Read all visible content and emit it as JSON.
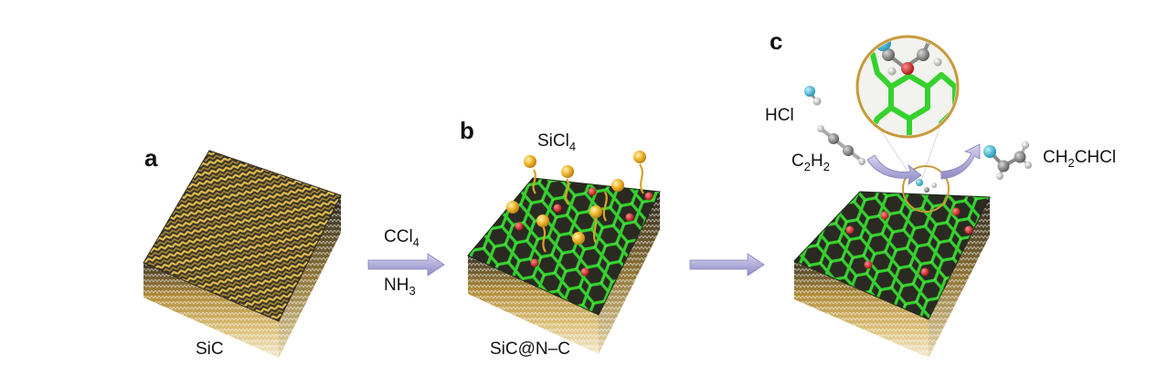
{
  "panels": {
    "a": {
      "letter": "a",
      "label": "SiC"
    },
    "b": {
      "letter": "b",
      "label": "SiC@N–C",
      "product_main": "SiCl",
      "product_sub": "4"
    },
    "c": {
      "letter": "c",
      "product_text": "CH",
      "product_sub": "2",
      "product_tail": "CHCl"
    }
  },
  "arrow_ab": {
    "reagent1_main": "CCl",
    "reagent1_sub": "4",
    "reagent2_main": "NH",
    "reagent2_sub": "3"
  },
  "reactants": {
    "hcl": "HCl",
    "c2h2_a": "C",
    "c2h2_sub1": "2",
    "c2h2_b": "H",
    "c2h2_sub2": "2"
  },
  "colors": {
    "sic_gold": "#c9a23a",
    "sic_dark": "#2e2a22",
    "carbon_green": "#2fc62a",
    "nitrogen_red": "#d81e1e",
    "silicon_ball": "#f2b830",
    "chlorine_cyan": "#2ab8d8",
    "hydrogen_white": "#eeeeee",
    "arrow_lavender": "#a9a5d6",
    "lens_border": "#c79a3a"
  }
}
